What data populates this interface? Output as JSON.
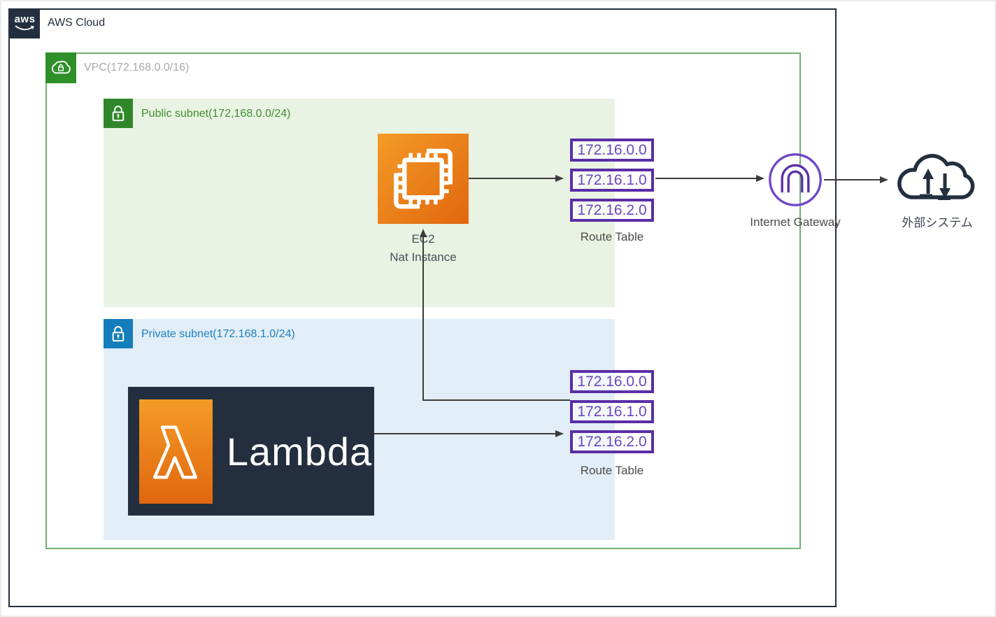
{
  "header": {
    "aws_logo_text": "aws",
    "aws_cloud_label": "AWS Cloud"
  },
  "vpc": {
    "label": "VPC(172.168.0.0/16)"
  },
  "subnets": {
    "public": {
      "label": "Public subnet(172,168.0.0/24)"
    },
    "private": {
      "label": "Private subnet(172.168.1.0/24)"
    }
  },
  "nodes": {
    "ec2": {
      "title": "EC2",
      "subtitle": "Nat Instance"
    },
    "lambda": {
      "label": "Lambda"
    },
    "internet_gateway": {
      "label": "Internet Gateway"
    },
    "external_system": {
      "label": "外部システム"
    }
  },
  "route_tables": {
    "public": {
      "rows": [
        "172.16.0.0",
        "172.16.1.0",
        "172.16.2.0"
      ],
      "label": "Route Table"
    },
    "private": {
      "rows": [
        "172.16.0.0",
        "172.16.1.0",
        "172.16.2.0"
      ],
      "label": "Route Table"
    }
  },
  "connections": [
    "EC2 Nat Instance -> Public Route Table",
    "Public Route Table -> Internet Gateway",
    "Internet Gateway -> 外部システム",
    "Lambda -> Private Route Table",
    "Private Route Table -> EC2 Nat Instance"
  ],
  "colors": {
    "aws_dark": "#232F3E",
    "green": "#2F8F29",
    "green_border": "#72B172",
    "green_subnet_bg": "#E9F3E3",
    "blue": "#147EBA",
    "blue_subnet_bg": "#E2EEF7",
    "purple_border": "#5B2EA6",
    "purple_text": "#6A45C2",
    "igw_purple": "#7045C9",
    "orange": "#ED7100",
    "wire": "#3B3B3B"
  }
}
